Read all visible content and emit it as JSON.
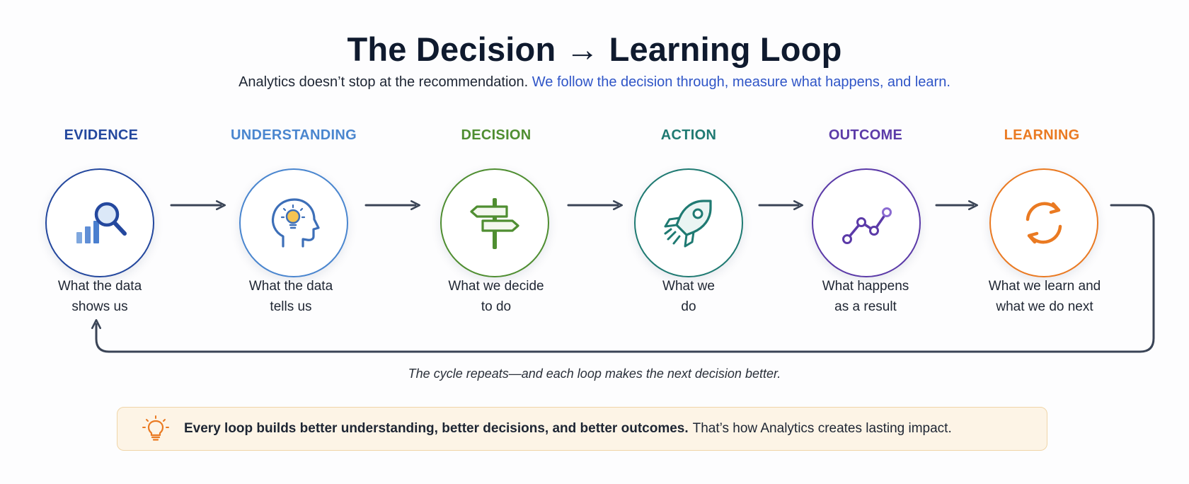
{
  "header": {
    "title_left": "The Decision",
    "title_arrow": "→",
    "title_right": "Learning Loop",
    "subtitle_plain": "Analytics doesn’t stop at the recommendation.",
    "subtitle_highlight": "We follow the decision through, measure what happens, and learn."
  },
  "stages": [
    {
      "label": "EVIDENCE",
      "color": "#24489e",
      "icon": "magnifier-bar-chart-icon",
      "desc_line1": "What the data",
      "desc_line2": "shows us"
    },
    {
      "label": "UNDERSTANDING",
      "color": "#4a86cf",
      "icon": "head-lightbulb-icon",
      "desc_line1": "What the data",
      "desc_line2": "tells us"
    },
    {
      "label": "DECISION",
      "color": "#4f8e31",
      "icon": "signpost-icon",
      "desc_line1": "What we decide",
      "desc_line2": "to do"
    },
    {
      "label": "ACTION",
      "color": "#1f7a72",
      "icon": "rocket-icon",
      "desc_line1": "What we",
      "desc_line2": "do"
    },
    {
      "label": "OUTCOME",
      "color": "#5b3aa8",
      "icon": "line-chart-icon",
      "desc_line1": "What happens",
      "desc_line2": "as a result"
    },
    {
      "label": "LEARNING",
      "color": "#ea7a22",
      "icon": "refresh-cycle-icon",
      "desc_line1": "What we learn and",
      "desc_line2": "what we do next"
    }
  ],
  "loop": {
    "caption": "The cycle repeats—and each loop makes the next decision better.",
    "arrow_color": "#3a4456"
  },
  "callout": {
    "icon": "lightbulb-icon",
    "bold": "Every loop builds better understanding, better decisions, and better outcomes.",
    "text": "That’s how Analytics creates lasting impact.",
    "accent": "#ea7a22"
  }
}
